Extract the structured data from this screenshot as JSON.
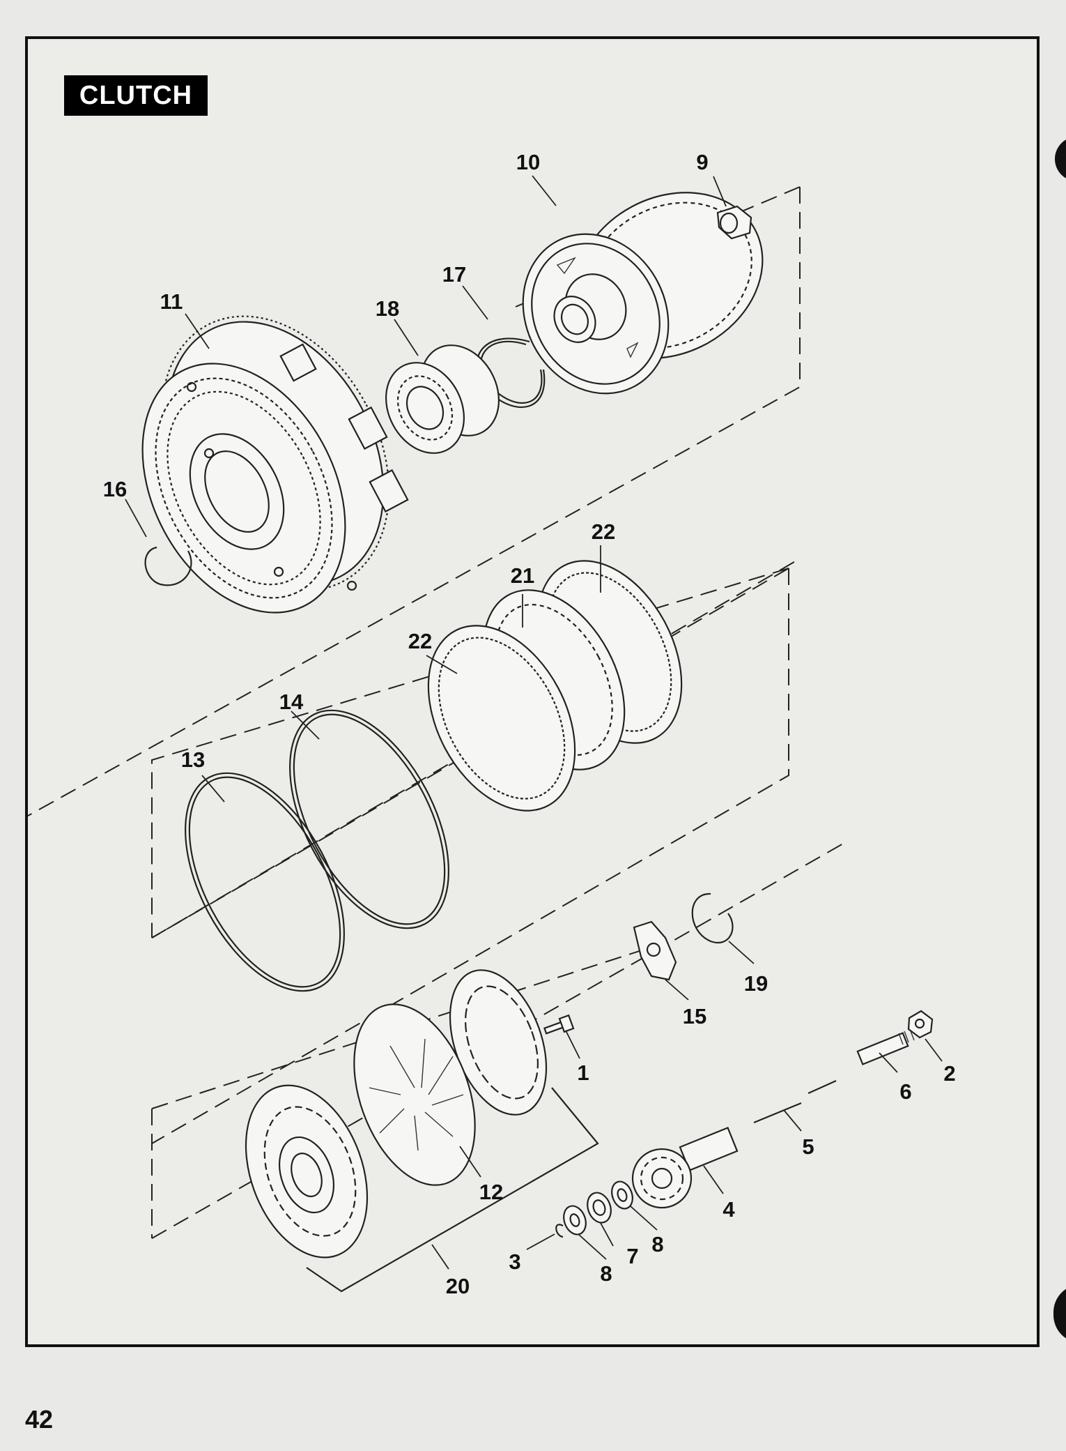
{
  "title": "CLUTCH",
  "page_number": "42",
  "callouts": [
    {
      "id": "c10",
      "text": "10"
    },
    {
      "id": "c9",
      "text": "9"
    },
    {
      "id": "c17",
      "text": "17"
    },
    {
      "id": "c18",
      "text": "18"
    },
    {
      "id": "c11",
      "text": "11"
    },
    {
      "id": "c16",
      "text": "16"
    },
    {
      "id": "c22a",
      "text": "22"
    },
    {
      "id": "c21",
      "text": "21"
    },
    {
      "id": "c22b",
      "text": "22"
    },
    {
      "id": "c14",
      "text": "14"
    },
    {
      "id": "c13",
      "text": "13"
    },
    {
      "id": "c19",
      "text": "19"
    },
    {
      "id": "c15",
      "text": "15"
    },
    {
      "id": "c1",
      "text": "1"
    },
    {
      "id": "c2",
      "text": "2"
    },
    {
      "id": "c6",
      "text": "6"
    },
    {
      "id": "c5",
      "text": "5"
    },
    {
      "id": "c12",
      "text": "12"
    },
    {
      "id": "c4",
      "text": "4"
    },
    {
      "id": "c8a",
      "text": "8"
    },
    {
      "id": "c3",
      "text": "3"
    },
    {
      "id": "c8b",
      "text": "8"
    },
    {
      "id": "c7",
      "text": "7"
    },
    {
      "id": "c20",
      "text": "20"
    }
  ]
}
